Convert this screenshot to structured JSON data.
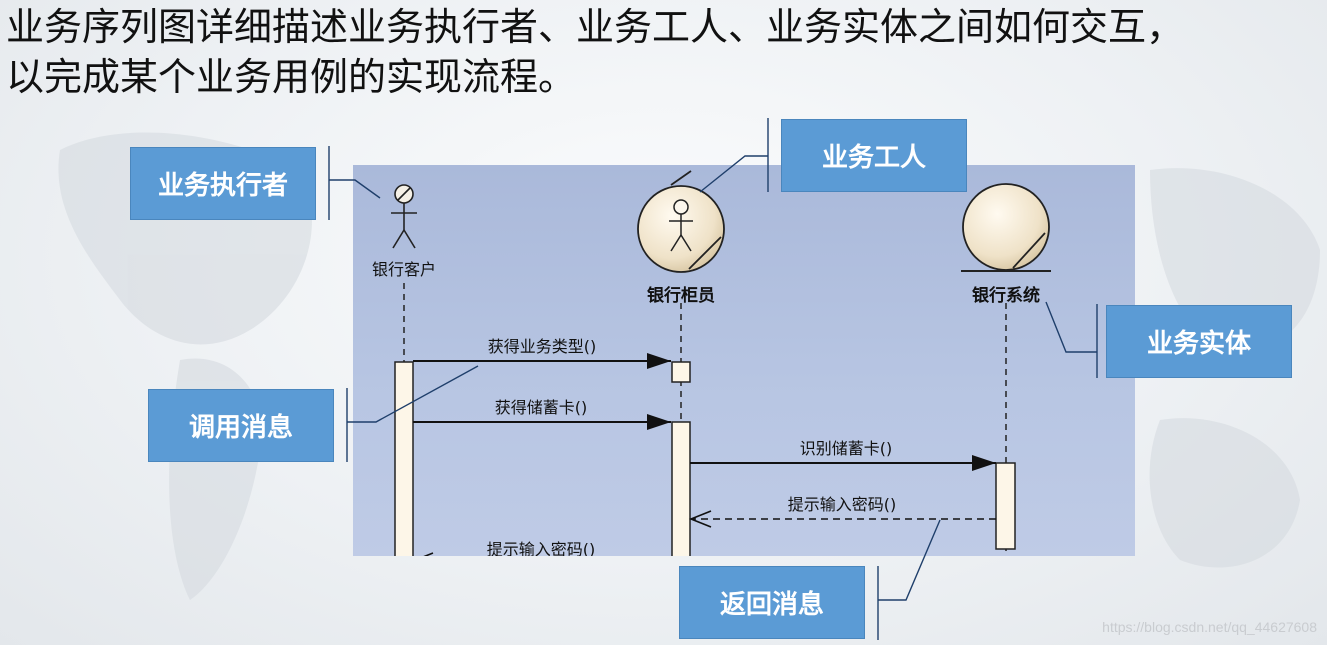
{
  "heading": {
    "line1": "业务序列图详细描述业务执行者、业务工人、业务实体之间如何交互，",
    "line2": "以完成某个业务用例的实现流程。"
  },
  "diagram": {
    "actors": {
      "customer": "银行客户",
      "teller": "银行柜员",
      "system": "银行系统"
    },
    "messages": {
      "m1": "获得业务类型()",
      "m2": "获得储蓄卡()",
      "m3": "识别储蓄卡()",
      "m4": "提示输入密码()",
      "m5": "提示输入密码()"
    },
    "colors": {
      "panel": "#b8c6e3",
      "callout": "#5b9bd5",
      "activation": "#fdf6e8"
    }
  },
  "callouts": {
    "actor": "业务执行者",
    "worker": "业务工人",
    "entity": "业务实体",
    "call": "调用消息",
    "return": "返回消息"
  },
  "watermark": "https://blog.csdn.net/qq_44627608"
}
